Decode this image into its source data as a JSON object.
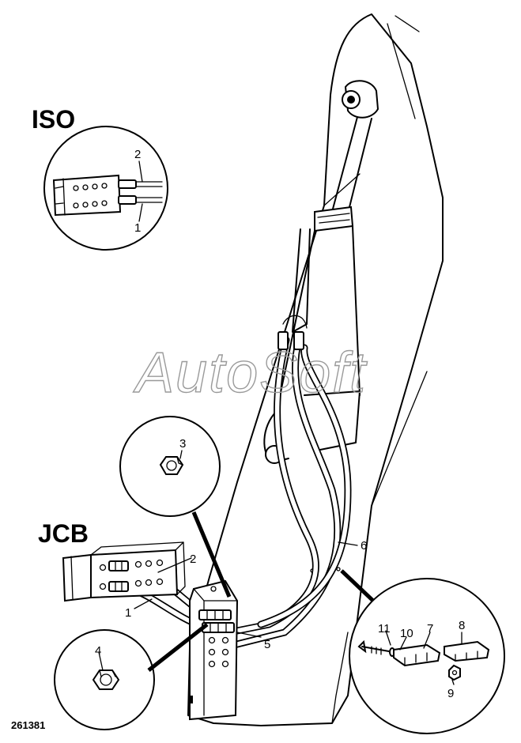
{
  "labels": {
    "iso_heading": "ISO",
    "jcb_heading": "JCB",
    "reference_number": "261381",
    "watermark": "AutoSoft"
  },
  "callouts": {
    "iso_upper": "2",
    "iso_lower": "1",
    "jcb_upper": "2",
    "jcb_lower": "1",
    "nut_3": "3",
    "nut_4": "4",
    "item_5": "5",
    "item_6": "6",
    "item_7": "7",
    "item_8": "8",
    "item_9": "9",
    "item_10": "10",
    "item_11": "11"
  }
}
